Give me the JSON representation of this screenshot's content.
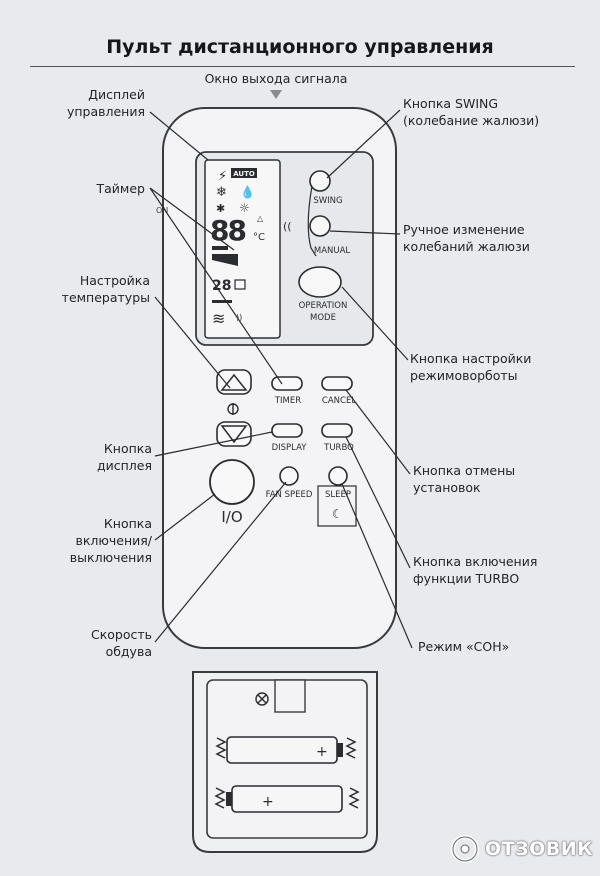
{
  "title": "Пульт дистанционного управления",
  "signal_window": "Окно выхода сигнала",
  "callouts_left": {
    "display": [
      "Дисплей",
      "управления"
    ],
    "timer": [
      "Таймер"
    ],
    "temperature": [
      "Настройка",
      "температуры"
    ],
    "display_button": [
      "Кнопка",
      "дисплея"
    ],
    "power": [
      "Кнопка",
      "включения/",
      "выключения"
    ],
    "fan_speed": [
      "Скорость",
      "обдува"
    ]
  },
  "callouts_right": {
    "swing": [
      "Кнопка  SWING",
      "(колебание жалюзи)"
    ],
    "manual": [
      "Ручное  изменение",
      "колебаний  жалюзи"
    ],
    "mode": [
      "Кнопка  настройки",
      "режимоворботы"
    ],
    "cancel": [
      "Кнопка  отмены",
      "установок"
    ],
    "turbo": [
      "Кнопка  включения",
      "функции  TURBO"
    ],
    "sleep": [
      "Режим «СОН»"
    ]
  },
  "remote": {
    "on_label": "ON",
    "lcd_auto": "AUTO",
    "lcd_digits": "88",
    "lcd_celsius": "°C",
    "lcd_timer_digits": "28",
    "buttons": {
      "swing": "SWING",
      "manual": "MANUAL",
      "operation": "OPERATION",
      "mode": "MODE",
      "timer": "TIMER",
      "cancel": "CANCEL",
      "display": "DISPLAY",
      "turbo": "TURBO",
      "fan_speed": "FAN SPEED",
      "sleep": "SLEEP",
      "power": "I/O"
    }
  },
  "watermark": "ОТЗОВИК",
  "colors": {
    "paper": "#e9eaee",
    "ink": "#1f2024",
    "line": "#2b2c30"
  }
}
